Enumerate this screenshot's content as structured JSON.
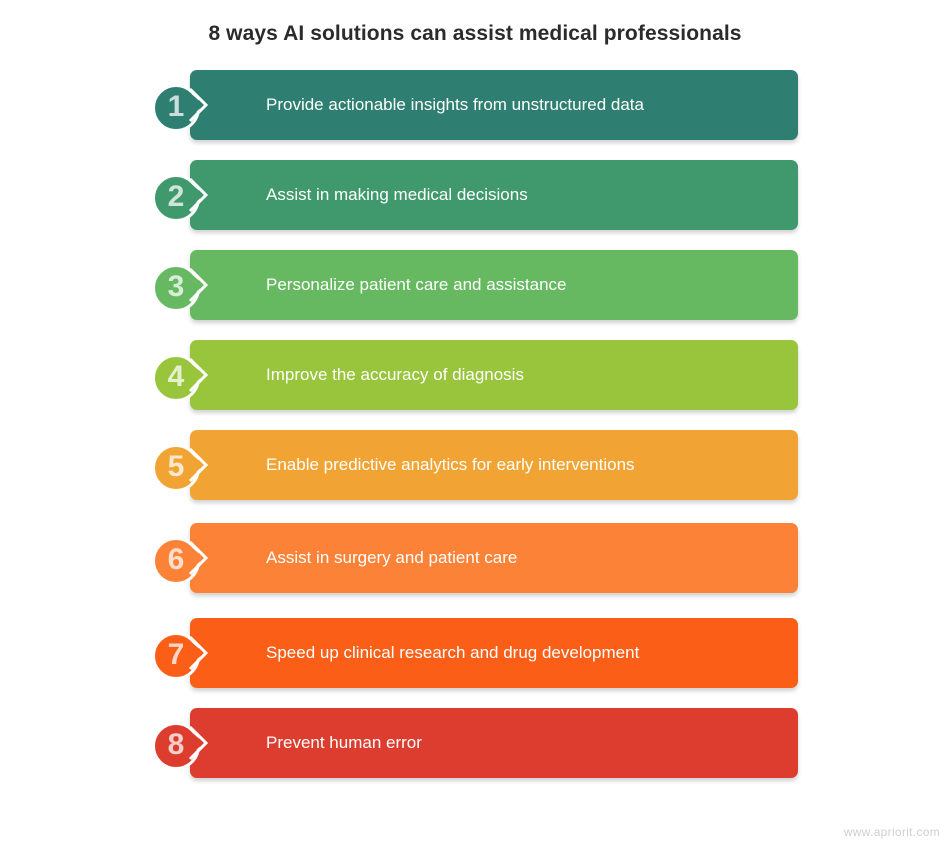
{
  "title": "8 ways AI solutions can assist medical professionals",
  "items": [
    {
      "number": "1",
      "text": "Provide actionable insights from unstructured data",
      "color": "#2e7f71"
    },
    {
      "number": "2",
      "text": "Assist in making medical decisions",
      "color": "#3f996c"
    },
    {
      "number": "3",
      "text": "Personalize patient care and assistance",
      "color": "#66b961"
    },
    {
      "number": "4",
      "text": "Improve the accuracy of diagnosis",
      "color": "#98c53c"
    },
    {
      "number": "5",
      "text": "Enable predictive analytics for early interventions",
      "color": "#f1a434"
    },
    {
      "number": "6",
      "text": "Assist in surgery and patient care",
      "color": "#fb8236"
    },
    {
      "number": "7",
      "text": "Speed up clinical research and drug development",
      "color": "#fb5e17"
    },
    {
      "number": "8",
      "text": "Prevent human error",
      "color": "#dc3d2f"
    }
  ],
  "watermark": "www.apriorit.com"
}
